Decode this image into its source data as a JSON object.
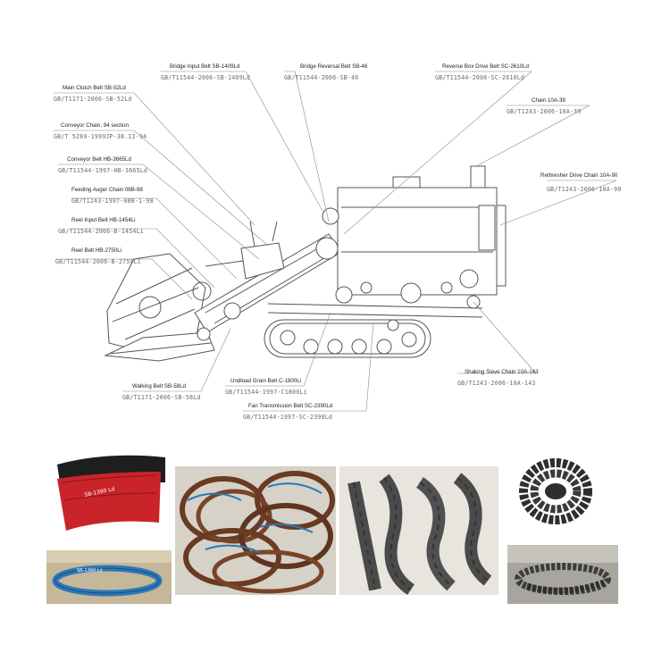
{
  "callouts": [
    {
      "name": "bridge-input-belt",
      "title": "Bridge Input Belt SB-1409Ld",
      "code": "GB/T11544-2006-SB-1409Ld"
    },
    {
      "name": "bridge-reversal-belt",
      "title": "Bridge Reversal Belt SB-46",
      "code": "GB/T11544-2006-SB-46"
    },
    {
      "name": "reverse-box-drive-belt",
      "title": "Reverse Box Drive Belt SC-2610Ld",
      "code": "GB/T11544-2006-SC-2610Ld"
    },
    {
      "name": "main-clutch-belt",
      "title": "Main Clutch Belt SB-52Ld",
      "code": "GB/T1171-2006-SB-52Ld"
    },
    {
      "name": "chain-10a-39",
      "title": "Chain 10A-39",
      "code": "GB/T1243-2006-10A-39"
    },
    {
      "name": "conveyor-chain",
      "title": "Conveyor Chain, 94 section",
      "code": "GB/T 5269-1999JP-38.1I-94"
    },
    {
      "name": "conveyor-belt",
      "title": "Conveyor Belt HB-3665Ld",
      "code": "GB/T11544-1997-HB-3665Ld"
    },
    {
      "name": "rethresher-drive-chain",
      "title": "Rethresher Drive Chain 10A-90",
      "code": "GB/T1243-2006-10A-90"
    },
    {
      "name": "feeding-auger-chain",
      "title": "Feeding Auger Chain 08B-98",
      "code": "GB/T1243-1997-08B-1-98"
    },
    {
      "name": "reel-input-belt",
      "title": "Reel Input Belt HB-1454Li",
      "code": "GB/T11544-2006-B-1454Li"
    },
    {
      "name": "reel-belt",
      "title": "Reel Belt HB-2750Li",
      "code": "GB/T11544-2006-B-2750Li"
    },
    {
      "name": "shaking-sieve-chain",
      "title": "Shaking Sieve Chain 10A-143",
      "code": "GB/T1243-2006-10A-143"
    },
    {
      "name": "walking-belt",
      "title": "Walking Belt SB-58Ld",
      "code": "GB/T1171-2006-SB-58Ld"
    },
    {
      "name": "unload-grain-belt",
      "title": "Undload Grain Belt C-1800Li",
      "code": "GB/T11544-1997-C1800Li"
    },
    {
      "name": "fan-transmission-belt",
      "title": "Fan Transmission Belt SC-2390Ld",
      "code": "GB/T11544-1997-SC-2390Ld"
    }
  ],
  "photos": {
    "red_belt_print": "SB-1390 Ld",
    "blue_belt_print": "SB-1390 Ld"
  },
  "colors": {
    "belt_red": "#c9242a",
    "belt_blue": "#2a78b8",
    "belt_brown": "#6a3a22",
    "chain_grey": "#4a4a4a"
  }
}
